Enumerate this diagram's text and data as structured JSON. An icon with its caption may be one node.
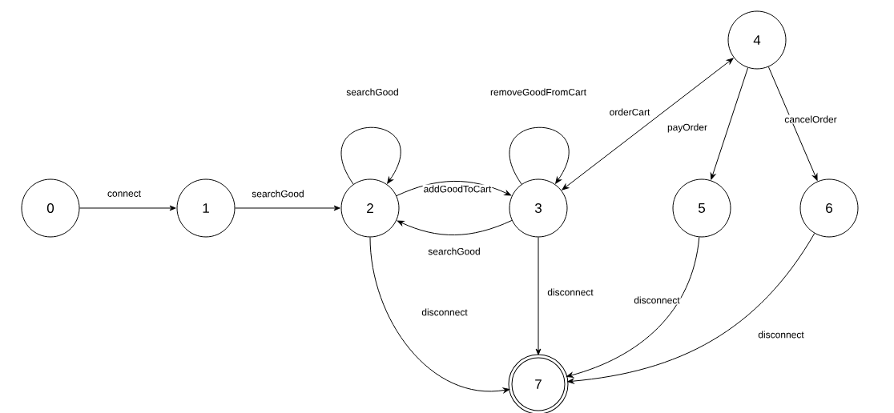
{
  "diagram": {
    "nodes": [
      {
        "text": [
          "0"
        ]
      },
      {
        "text": [
          "1"
        ]
      },
      {
        "text": [
          "2"
        ]
      },
      {
        "text": [
          "3"
        ]
      },
      {
        "text": [
          "4"
        ]
      },
      {
        "text": [
          "5"
        ]
      },
      {
        "text": [
          "6"
        ]
      },
      {
        "text": [
          "7"
        ]
      }
    ],
    "edges": [
      {
        "from": 0,
        "to": 1,
        "arrow": "to",
        "label": "connect"
      },
      {
        "from": 1,
        "to": 2,
        "arrow": "to",
        "label": "searchGood"
      },
      {
        "from": 2,
        "to": 2,
        "arrow": "to",
        "label": "searchGood"
      },
      {
        "from": 2,
        "to": 3,
        "arrow": "to",
        "label": "addGoodToCart"
      },
      {
        "from": 3,
        "to": 2,
        "arrow": "to",
        "label": "searchGood"
      },
      {
        "from": 3,
        "to": 3,
        "arrow": "to",
        "label": "removeGoodFromCart"
      },
      {
        "from": 3,
        "to": 4,
        "arrow": "both",
        "label": "orderCart"
      },
      {
        "from": 4,
        "to": 5,
        "arrow": "to",
        "label": "payOrder"
      },
      {
        "from": 4,
        "to": 6,
        "arrow": "to",
        "label": "cancelOrder"
      },
      {
        "from": 2,
        "to": 7,
        "arrow": "to",
        "label": "disconnect"
      },
      {
        "from": 3,
        "to": 7,
        "arrow": "to",
        "label": "disconnect"
      },
      {
        "from": 5,
        "to": 7,
        "arrow": "to",
        "label": "disconnect"
      },
      {
        "from": 6,
        "to": 7,
        "arrow": "to",
        "label": "disconnect"
      }
    ]
  }
}
